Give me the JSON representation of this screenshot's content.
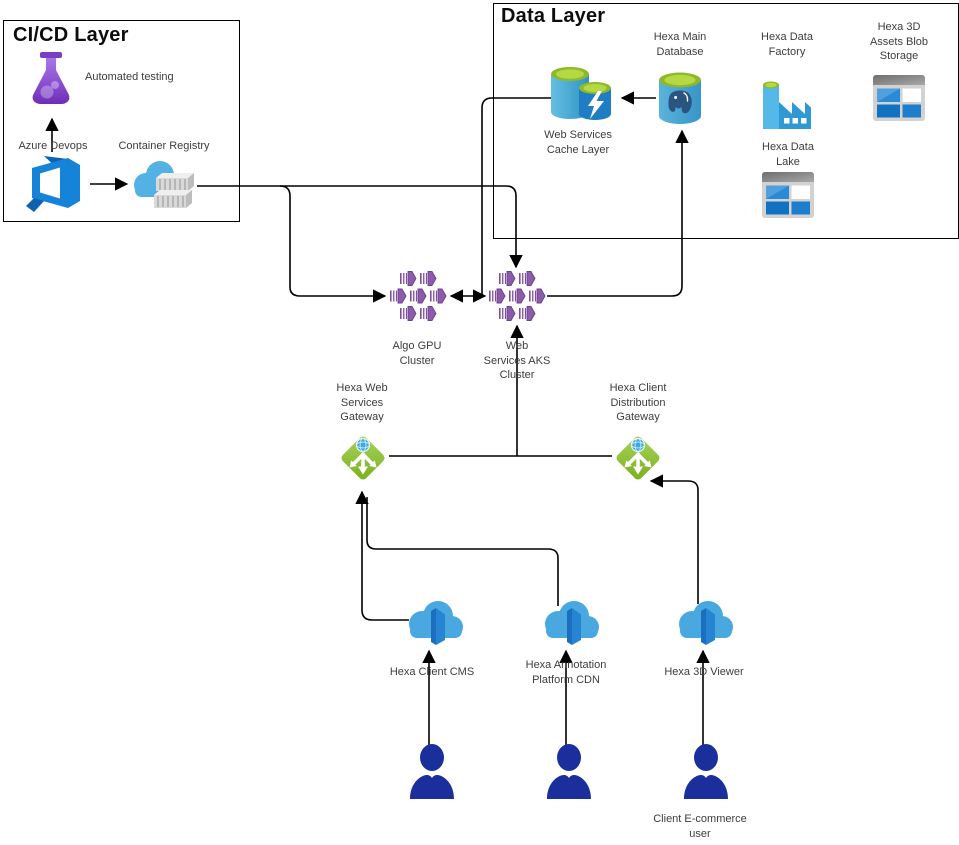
{
  "layers": {
    "cicd": {
      "title": "CI/CD Layer"
    },
    "data": {
      "title": "Data Layer"
    }
  },
  "nodes": {
    "automated_testing": {
      "label": "Automated testing"
    },
    "azure_devops": {
      "label": "Azure Devops"
    },
    "container_registry": {
      "label": "Container Registry"
    },
    "web_services_cache_layer": {
      "label": "Web Services\nCache Layer"
    },
    "hexa_main_database": {
      "label": "Hexa Main\nDatabase"
    },
    "hexa_data_factory": {
      "label": "Hexa Data\nFactory"
    },
    "hexa_3d_assets_blob_storage": {
      "label": "Hexa 3D\nAssets Blob\nStorage"
    },
    "hexa_data_lake": {
      "label": "Hexa Data\nLake"
    },
    "algo_gpu_cluster": {
      "label": "Algo GPU\nCluster"
    },
    "web_services_aks_cluster": {
      "label": "Web\nServices AKS\nCluster"
    },
    "hexa_web_services_gateway": {
      "label": "Hexa Web\nServices\nGateway"
    },
    "hexa_client_distribution_gateway": {
      "label": "Hexa Client\nDistribution\nGateway"
    },
    "hexa_client_cms": {
      "label": "Hexa Client CMS"
    },
    "hexa_annotation_platform_cdn": {
      "label": "Hexa Annotation\nPlatform CDN"
    },
    "hexa_3d_viewer": {
      "label": "Hexa 3D Viewer"
    },
    "client_ecommerce_user": {
      "label": "Client E-commerce\nuser"
    }
  },
  "colors": {
    "line": "#000000",
    "azure_blue": "#1583d7",
    "cloud_blue": "#4aa8e0",
    "cylinder_blue": "#3795c8",
    "cylinder_top_green": "#9fca35",
    "gateway_green": "#8cc63f",
    "aks_purple": "#7e4f9e",
    "flask_purple": "#8a4fd0",
    "user_navy": "#1b2f9c",
    "storage_gray": "#d2d2d2"
  }
}
